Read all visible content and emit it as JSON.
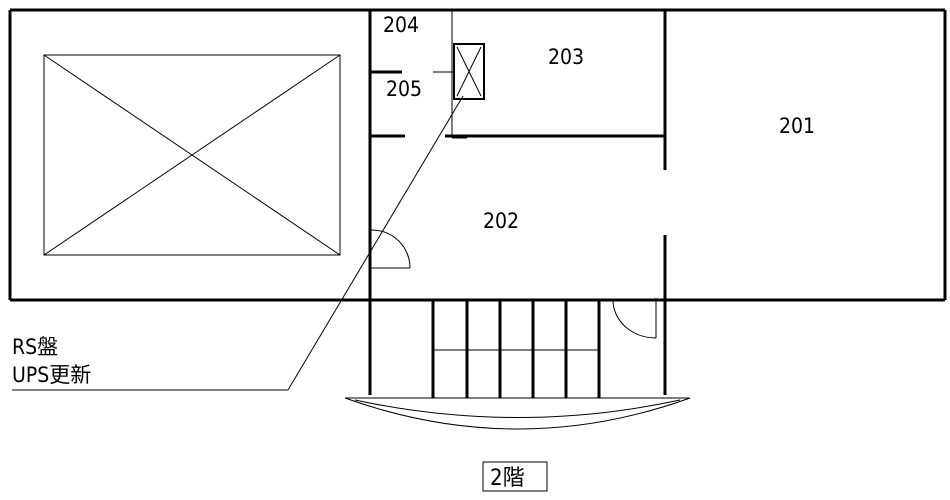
{
  "rooms": {
    "r201": "201",
    "r202": "202",
    "r203": "203",
    "r204": "204",
    "r205": "205"
  },
  "callout": {
    "line1": "RS盤",
    "line2": "UPS更新"
  },
  "floor_label": "2階"
}
